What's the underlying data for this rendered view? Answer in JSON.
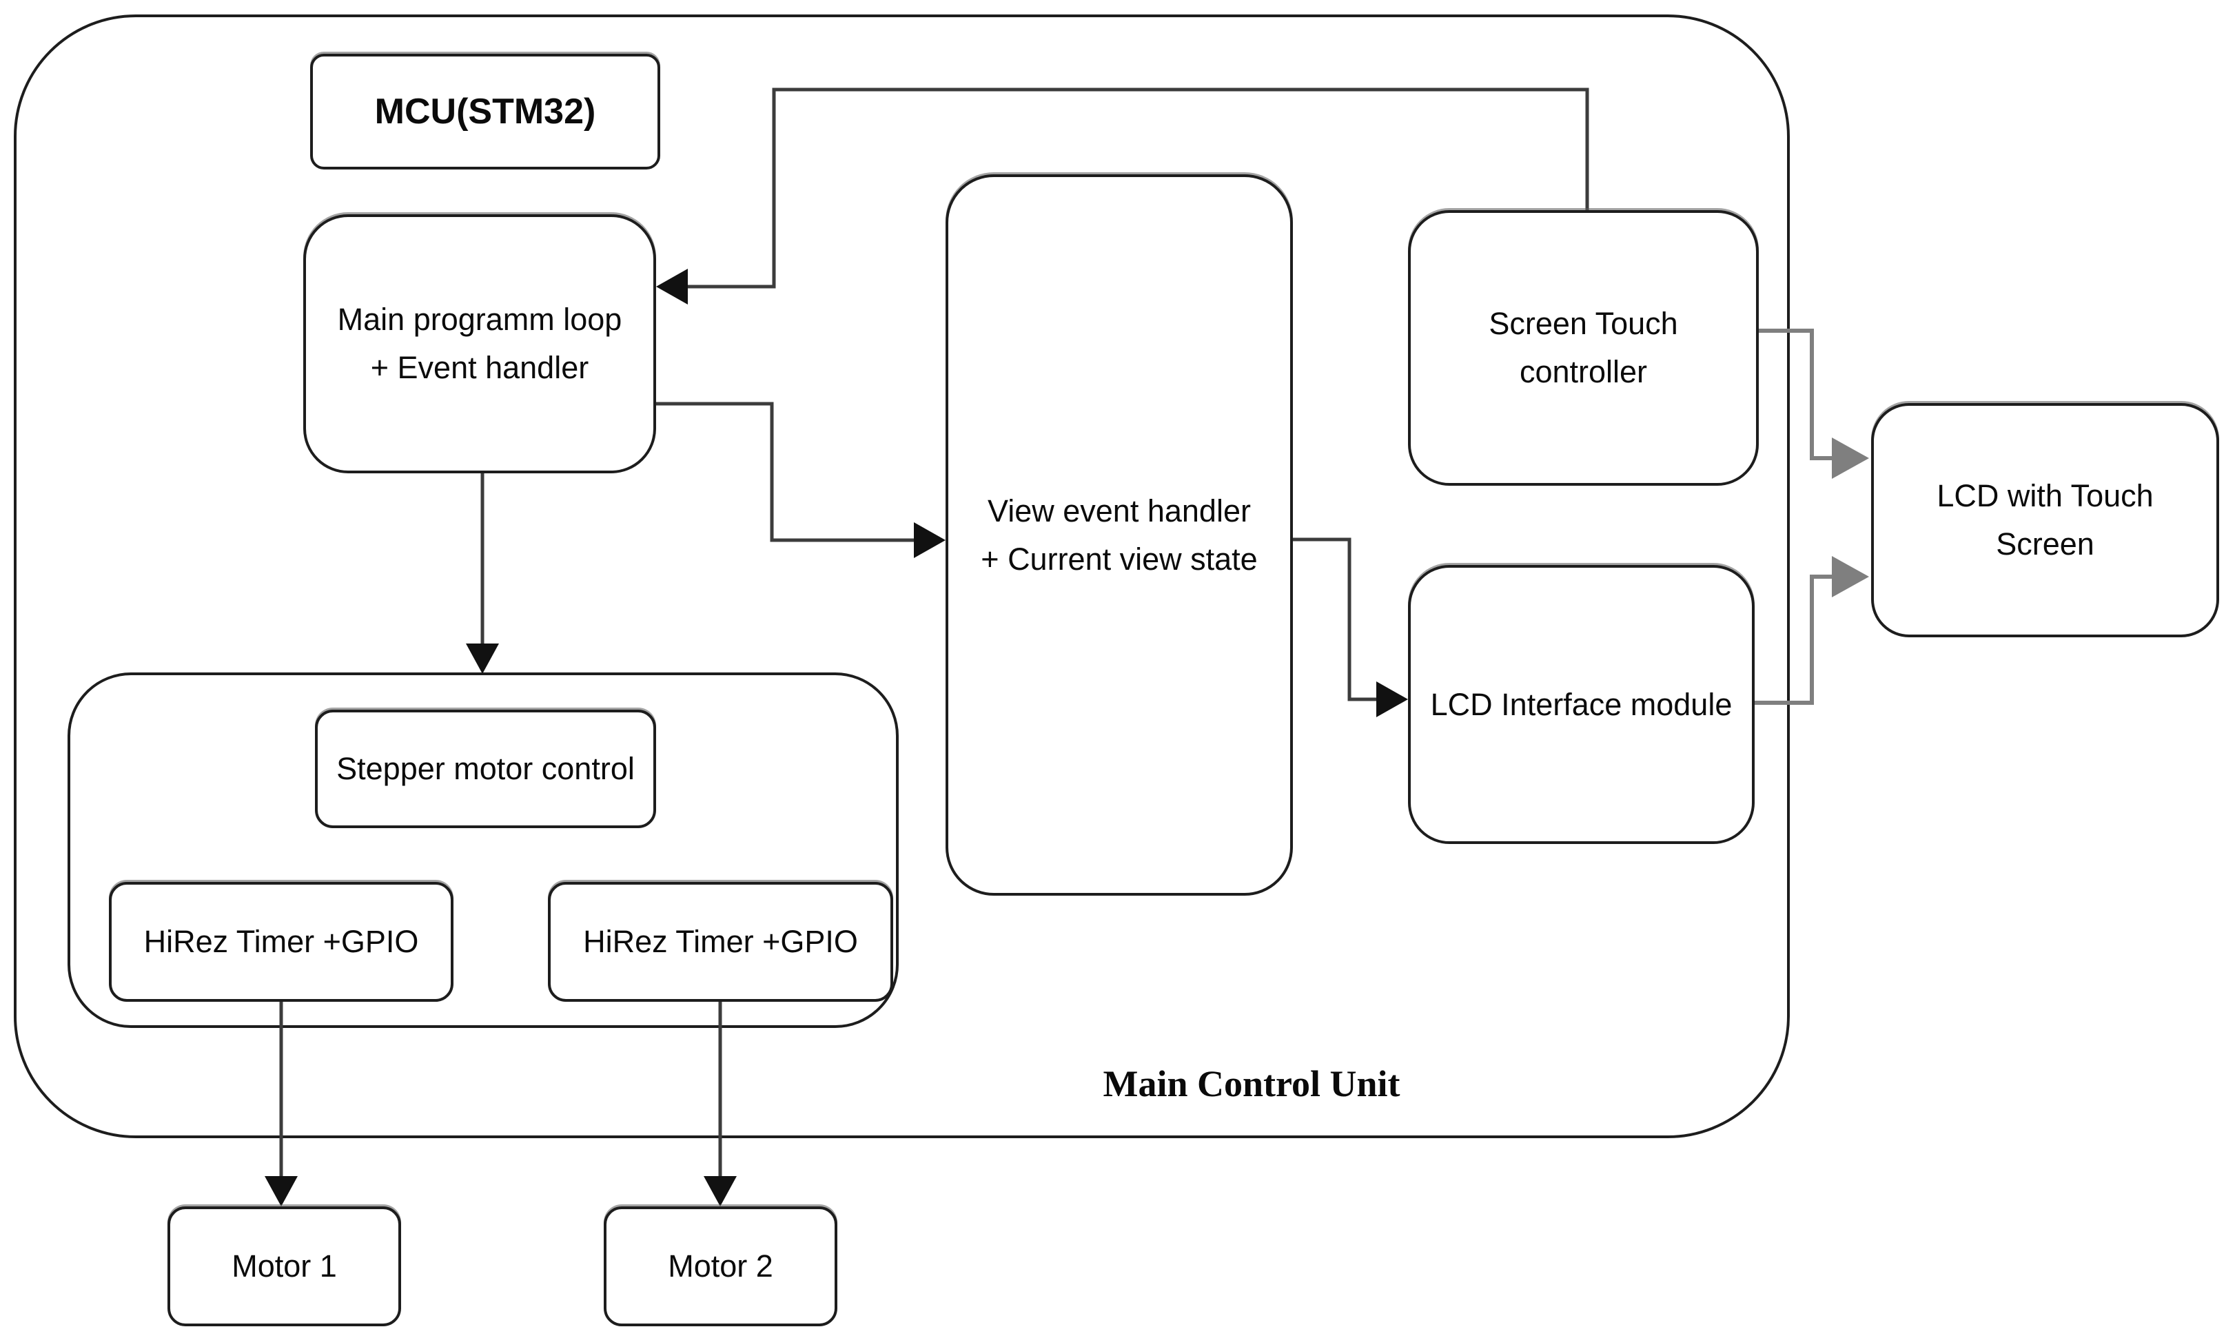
{
  "diagram": {
    "title": "Main Control Unit",
    "colors": {
      "background": "#ffffff",
      "box_border": "#1d1d1d",
      "connector": "#3c3c3c",
      "gray_connector": "#7f7f7f",
      "arrowhead": "#111111",
      "gray_arrowhead": "#7f7f7f",
      "text": "#0b0b0b"
    },
    "container": {
      "label": "Main Control Unit"
    },
    "nodes": {
      "mcu_chip": {
        "label": "MCU(STM32)"
      },
      "main_loop": {
        "line1": "Main programm loop",
        "line2": "+ Event handler"
      },
      "view_handler": {
        "line1": "View event handler",
        "line2": "+ Current view state"
      },
      "screen_touch": {
        "line1": "Screen Touch",
        "line2": "controller"
      },
      "lcd_interface": {
        "label": "LCD Interface module"
      },
      "lcd_touch": {
        "line1": "LCD with Touch",
        "line2": "Screen"
      },
      "stepper_ctrl": {
        "label": "Stepper motor control"
      },
      "hirez_timer_1": {
        "label": "HiRez Timer +GPIO"
      },
      "hirez_timer_2": {
        "label": "HiRez Timer +GPIO"
      },
      "motor_1": {
        "label": "Motor 1"
      },
      "motor_2": {
        "label": "Motor 2"
      }
    },
    "edges": [
      {
        "from": "screen_touch_top",
        "to": "main_loop_right",
        "style": "dark",
        "arrow": "black"
      },
      {
        "from": "main_loop_right",
        "to": "view_handler_left",
        "style": "dark",
        "arrow": "black"
      },
      {
        "from": "main_loop_bottom",
        "to": "stepper_group_top",
        "style": "dark",
        "arrow": "black"
      },
      {
        "from": "view_handler_right",
        "to": "lcd_interface_left",
        "style": "dark",
        "arrow": "black"
      },
      {
        "from": "screen_touch_right",
        "to": "lcd_touch_left_upper",
        "style": "gray",
        "arrow": "gray"
      },
      {
        "from": "lcd_interface_right",
        "to": "lcd_touch_left_lower",
        "style": "gray",
        "arrow": "gray"
      },
      {
        "from": "hirez_timer_1_bottom",
        "to": "motor_1_top",
        "style": "dark",
        "arrow": "black"
      },
      {
        "from": "hirez_timer_2_bottom",
        "to": "motor_2_top",
        "style": "dark",
        "arrow": "black"
      }
    ]
  }
}
